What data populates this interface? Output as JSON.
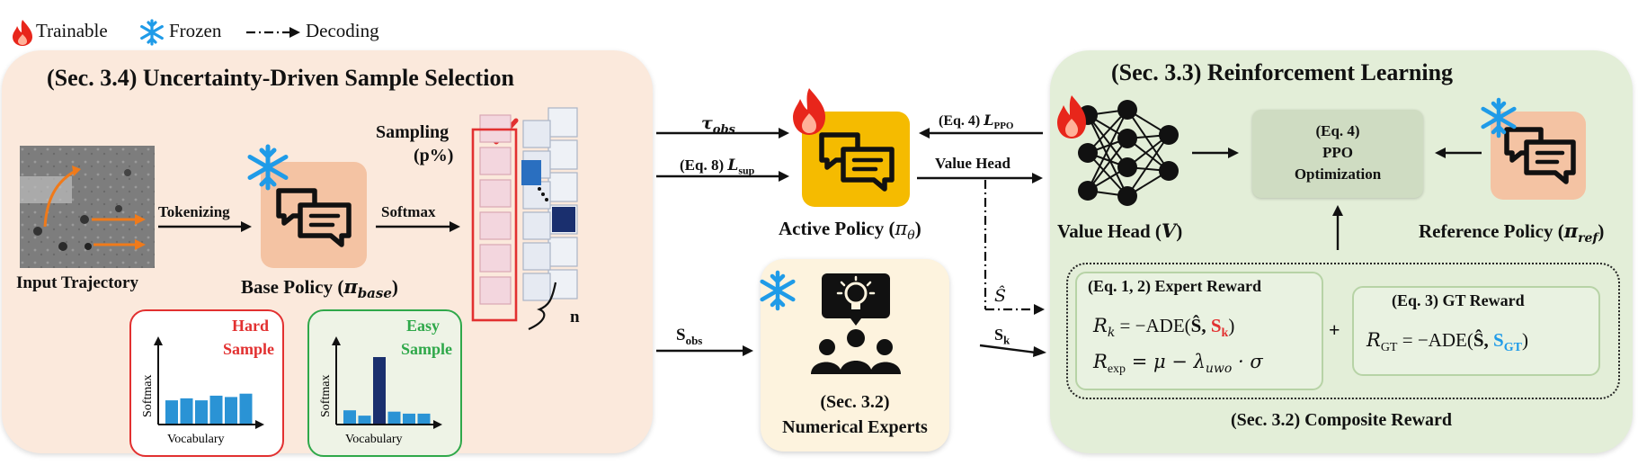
{
  "legend": {
    "trainable": "Trainable",
    "frozen": "Frozen",
    "decoding": "Decoding"
  },
  "left_panel": {
    "title": "(Sec. 3.4) Uncertainty-Driven Sample Selection",
    "input_trajectory": "Input Trajectory",
    "tokenizing": "Tokenizing",
    "base_policy": "Base Policy (",
    "base_policy_sym": "π",
    "base_policy_sub": "base",
    "softmax": "Softmax",
    "sampling": "Sampling",
    "sampling_pct": "(p%)",
    "n": "n",
    "hard_sample_1": "Hard",
    "hard_sample_2": "Sample",
    "easy_sample_1": "Easy",
    "easy_sample_2": "Sample",
    "axis_y": "Softmax",
    "axis_x": "Vocabulary"
  },
  "hard_hist": [
    0.35,
    0.38,
    0.35,
    0.42,
    0.4,
    0.45
  ],
  "easy_hist": [
    0.2,
    0.12,
    1.0,
    0.18,
    0.15,
    0.15
  ],
  "center": {
    "tau_obs": "τ",
    "tau_sub": "obs",
    "eq8": "(Eq. 8) ",
    "L_sup": "L",
    "L_sup_sub": "sup",
    "active_policy": "Active Policy (",
    "active_sym": "π",
    "active_sub": "θ",
    "s_obs": "S",
    "s_obs_sub": "obs",
    "experts_1": "(Sec. 3.2)",
    "experts_2": "Numerical Experts",
    "eq4_ppo": "(Eq. 4) ",
    "L_ppo": "L",
    "L_ppo_sub": "PPO",
    "value_head_arrow": "Value Head",
    "s_hat": "Ŝ",
    "s_k": "S",
    "s_k_sub": "k"
  },
  "right_panel": {
    "title": "(Sec. 3.3) Reinforcement Learning",
    "ppo_1": "(Eq. 4)",
    "ppo_2": "PPO",
    "ppo_3": "Optimization",
    "value_head": "Value Head (",
    "value_head_sym": "V",
    "ref_policy": "Reference Policy (",
    "ref_sym": "π",
    "ref_sub": "ref",
    "expert_reward": "(Eq. 1, 2) Expert Reward",
    "rk_lhs": "R",
    "rk_sub": "k",
    "rk_rhs": " = −ADE(",
    "rk_shat": "Ŝ, ",
    "rk_s": "S",
    "rk_ssub": "k",
    "rexp_lhs": "R",
    "rexp_sub": "exp",
    "rexp_rhs": " = μ − λ",
    "rexp_lsub": "uwo",
    "rexp_tail": " · σ",
    "plus": "+",
    "gt_reward": "(Eq. 3) GT Reward",
    "rgt_lhs": "R",
    "rgt_sub": "GT",
    "rgt_rhs": " = −ADE(",
    "rgt_shat": "Ŝ, ",
    "rgt_s": "S",
    "rgt_ssub": "GT",
    "composite": "(Sec. 3.2) Composite Reward"
  },
  "colors": {
    "flame": "#e8261b",
    "snow": "#1f9be8",
    "hard": "#e23030",
    "easy": "#2fa84a",
    "s_gt": "#1f9be8",
    "s_k": "#e23030",
    "bar": "#2a93d5",
    "bar_dark": "#1a2f6e"
  }
}
